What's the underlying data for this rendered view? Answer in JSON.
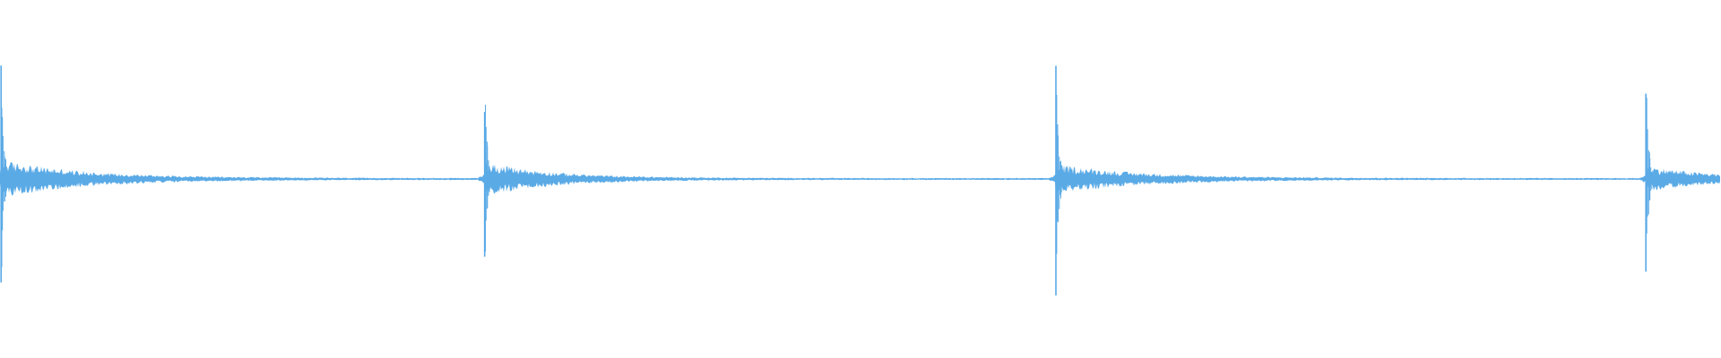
{
  "waveform": {
    "color": "#5aaae6",
    "background": "#ffffff",
    "baseline_amplitude": 0.005,
    "transients": [
      {
        "onset": 0.0005,
        "peak_up": 0.75,
        "peak_down": 0.74,
        "body": 0.09,
        "decay": 0.05
      },
      {
        "onset": 0.2815,
        "peak_up": 0.66,
        "peak_down": 0.66,
        "body": 0.08,
        "decay": 0.04
      },
      {
        "onset": 0.6135,
        "peak_up": 0.71,
        "peak_down": 0.71,
        "body": 0.07,
        "decay": 0.05
      },
      {
        "onset": 0.9565,
        "peak_up": 0.64,
        "peak_down": 0.64,
        "body": 0.06,
        "decay": 0.04
      }
    ]
  }
}
